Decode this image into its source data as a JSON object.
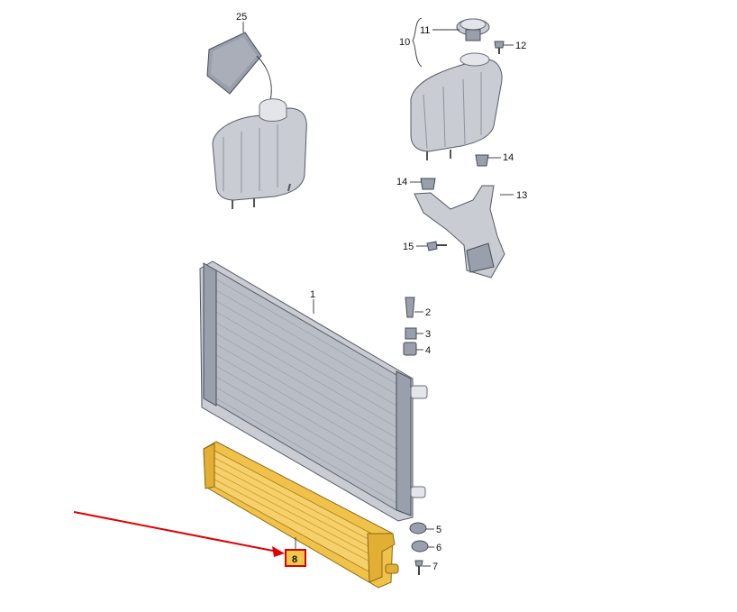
{
  "diagram": {
    "callouts": {
      "c1": "1",
      "c2": "2",
      "c3": "3",
      "c4": "4",
      "c5": "5",
      "c6": "6",
      "c7": "7",
      "c8": "8",
      "c10": "10",
      "c11": "11",
      "c12": "12",
      "c13": "13",
      "c14a": "14",
      "c14b": "14",
      "c15": "15",
      "c25": "25"
    },
    "highlight": {
      "color": "#e00000",
      "fill": "#f3c84a"
    },
    "intercooler_color": "#f0c24a"
  }
}
